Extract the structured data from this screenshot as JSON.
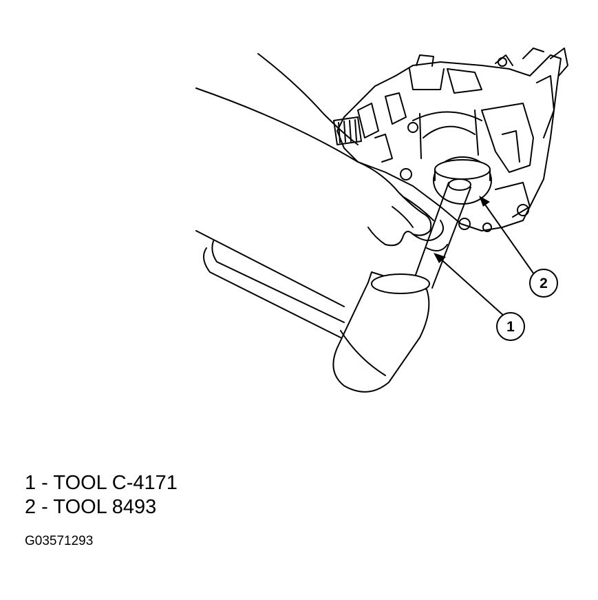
{
  "callouts": [
    {
      "number": "1"
    },
    {
      "number": "2"
    }
  ],
  "legend": [
    {
      "text": "1 - TOOL C-4171"
    },
    {
      "text": "2 - TOOL 8493"
    }
  ],
  "figure_id": "G03571293"
}
